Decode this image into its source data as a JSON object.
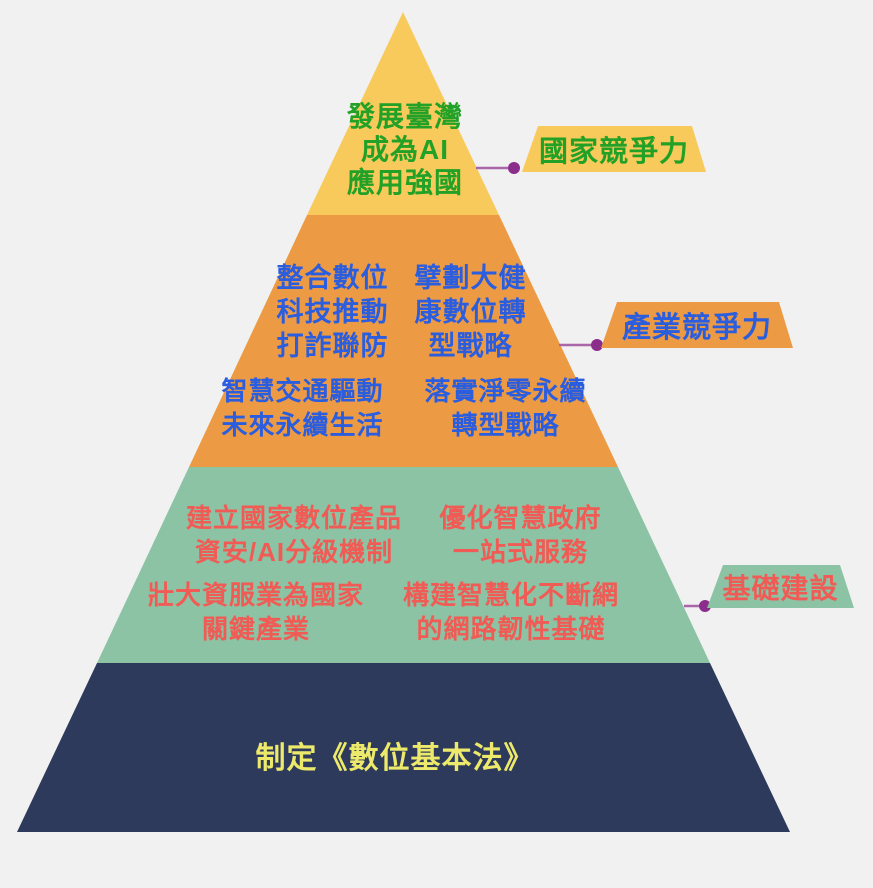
{
  "colors": {
    "background": "#F1F1F1",
    "level1": "#F7CA5B",
    "level2": "#EC9B44",
    "level3": "#8CC3A4",
    "level4": "#2D3A5C",
    "text_green": "#23A127",
    "text_blue": "#2B5DDF",
    "text_red": "#F05C55",
    "text_yellow": "#EDE96A",
    "connector_line": "#A967A9",
    "connector_dot": "#8B2E8B"
  },
  "pyramid": {
    "level1": {
      "goal": "發展臺灣\n成為AI\n應用強國",
      "badge": "國家競爭力"
    },
    "level2": {
      "items": [
        "整合數位\n科技推動\n打詐聯防",
        "擘劃大健\n康數位轉\n型戰略",
        "智慧交通驅動\n未來永續生活",
        "落實淨零永續\n轉型戰略"
      ],
      "badge": "產業競爭力"
    },
    "level3": {
      "items": [
        "建立國家數位產品\n資安/AI分級機制",
        "優化智慧政府\n一站式服務",
        "壯大資服業為國家\n關鍵產業",
        "構建智慧化不斷網\n的網路韌性基礎"
      ],
      "badge": "基礎建設"
    },
    "level4": {
      "goal": "制定《數位基本法》"
    }
  }
}
